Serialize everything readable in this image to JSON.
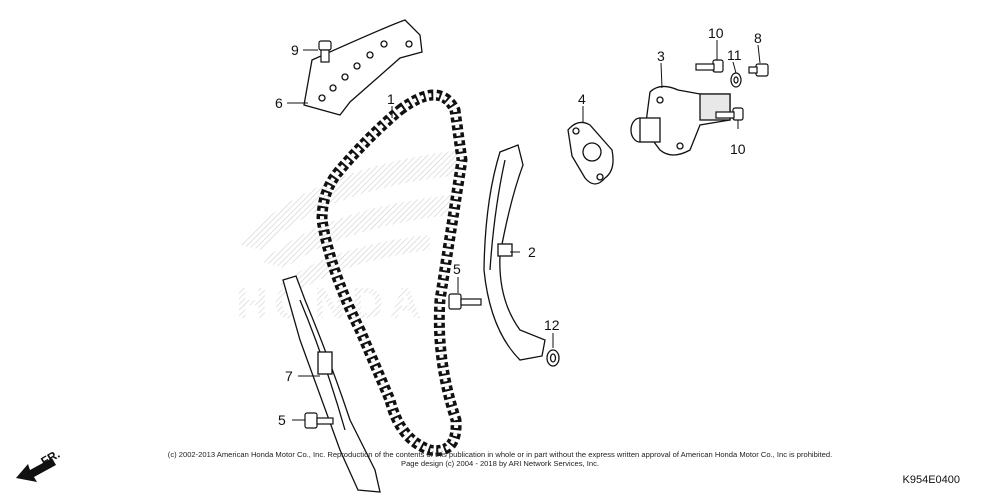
{
  "diagram": {
    "callouts": {
      "c1": "1",
      "c2": "2",
      "c3": "3",
      "c4": "4",
      "c5a": "5",
      "c5b": "5",
      "c6": "6",
      "c7": "7",
      "c8": "8",
      "c9": "9",
      "c10a": "10",
      "c10b": "10",
      "c11": "11",
      "c12": "12"
    },
    "watermark": "HONDA",
    "front_label": "FR."
  },
  "footer": {
    "copyright_line1": "(c) 2002-2013 American Honda Motor Co., Inc. Reproduction of the contents of this publication in whole or in part without the express written approval of American Honda Motor Co., Inc is prohibited.",
    "copyright_line2": "Page design (c) 2004 - 2018 by ARI Network Services, Inc.",
    "diagram_code": "K954E0400"
  }
}
